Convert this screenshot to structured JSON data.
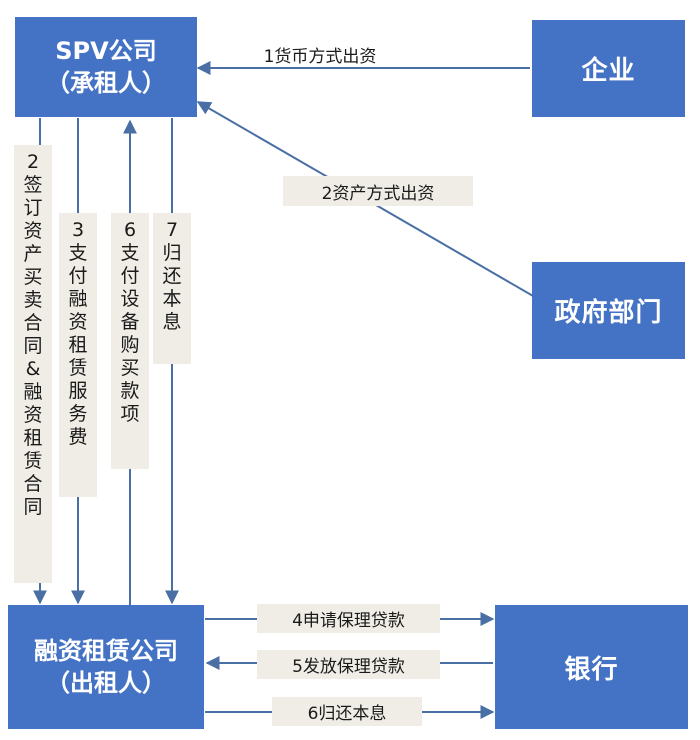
{
  "nodes": {
    "spv": {
      "title": "SPV公司",
      "subtitle": "（承租人）"
    },
    "enterprise": {
      "title": "企业"
    },
    "government": {
      "title": "政府部门"
    },
    "lessor": {
      "title": "融资租赁公司",
      "subtitle": "（出租人）"
    },
    "bank": {
      "title": "银行"
    }
  },
  "edges": {
    "e1": "1货币方式出资",
    "e2": "2资产方式出资",
    "e4": "4申请保理贷款",
    "e5": "5发放保理贷款",
    "e6b": "6归还本息"
  },
  "vertical_edges": {
    "v2": [
      "2",
      "签",
      "订",
      "资",
      "产",
      "买",
      "卖",
      "合",
      "同",
      "&",
      "融",
      "资",
      "租",
      "赁",
      "合",
      "同"
    ],
    "v3": [
      "3",
      "支",
      "付",
      "融",
      "资",
      "租",
      "赁",
      "服",
      "务",
      "费"
    ],
    "v6": [
      "6",
      "支",
      "付",
      "设",
      "备",
      "购",
      "买",
      "款",
      "项"
    ],
    "v7": [
      "7",
      "归",
      "还",
      "本",
      "息"
    ]
  },
  "colors": {
    "box": "#4472c4",
    "arrow": "#4a6fa5",
    "label_bg": "#efede5"
  }
}
